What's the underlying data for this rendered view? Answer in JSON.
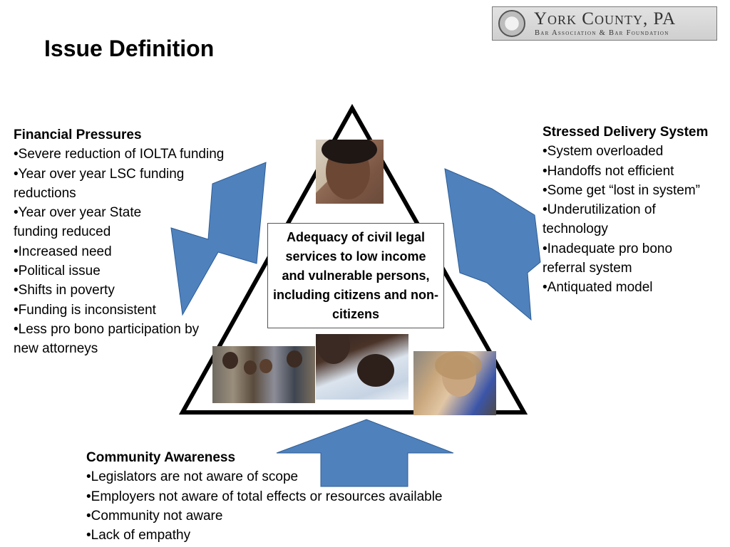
{
  "title": "Issue Definition",
  "logo": {
    "name": "York County, PA",
    "subtitle": "Bar Association & Bar Foundation"
  },
  "center": {
    "text": "Adequacy of civil legal services to low income and vulnerable persons, including citizens and non-citizens"
  },
  "financial": {
    "heading": "Financial Pressures",
    "items": [
      "•Severe reduction of IOLTA funding",
      "•Year over year LSC funding reductions",
      "•Year over year State funding reduced",
      "•Increased need",
      "•Political issue",
      "•Shifts in poverty",
      "•Funding is inconsistent",
      "•Less pro bono participation by new attorneys"
    ]
  },
  "delivery": {
    "heading": "Stressed Delivery System",
    "items": [
      "•System overloaded",
      "•Handoffs not efficient",
      "•Some get “lost in system”",
      "•Underutilization of technology",
      "•Inadequate pro bono referral system",
      "•Antiquated model"
    ]
  },
  "community": {
    "heading": "Community Awareness",
    "items": [
      "•Legislators are not aware of scope",
      "•Employers not aware of total effects or resources available",
      "•Community not aware",
      "•Lack of empathy"
    ]
  },
  "colors": {
    "arrow_fill": "#4f81bd",
    "arrow_stroke": "#2c5d95",
    "triangle_stroke": "#000000"
  }
}
